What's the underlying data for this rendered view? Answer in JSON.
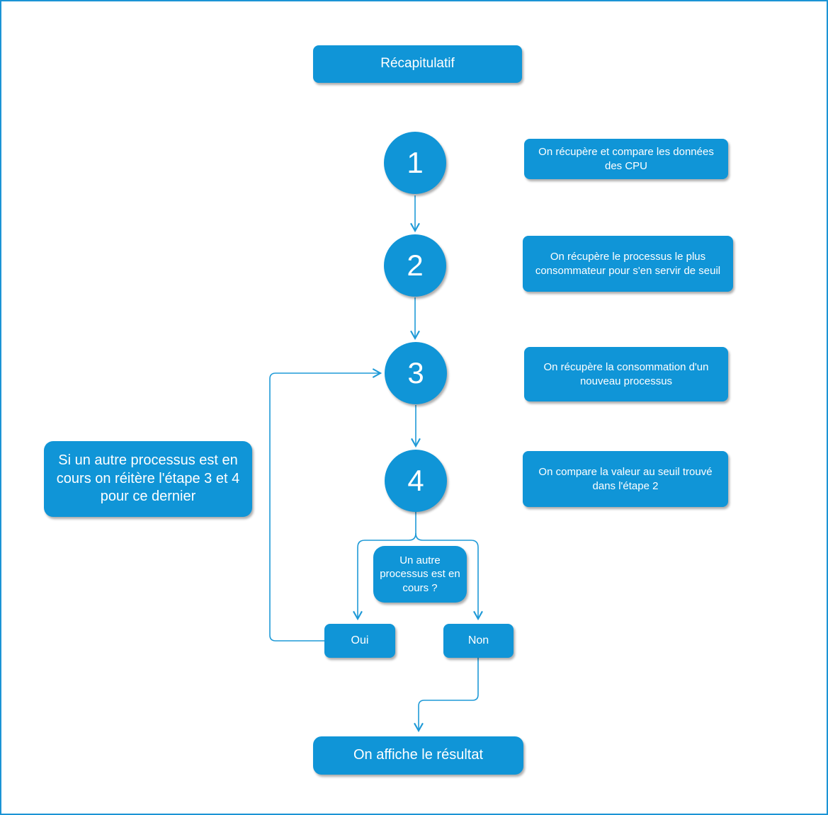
{
  "diagram": {
    "title": {
      "label": "Récapitulatif"
    },
    "steps": [
      {
        "number": "1",
        "label": "On récupère et compare les données des CPU"
      },
      {
        "number": "2",
        "label": "On récupère le processus le plus consommateur pour s'en servir de seuil"
      },
      {
        "number": "3",
        "label": "On récupère la consommation d'un nouveau processus"
      },
      {
        "number": "4",
        "label": "On compare la valeur au seuil trouvé dans l'étape 2"
      }
    ],
    "note": {
      "label": "Si un autre processus est en cours on réitère l'étape 3 et 4 pour ce dernier"
    },
    "decision": {
      "label": "Un autre processus est en cours ?",
      "yes_label": "Oui",
      "no_label": "Non"
    },
    "result": {
      "label": "On affiche le résultat"
    }
  },
  "colors": {
    "accent": "#1095d7",
    "connector": "#1f9ad7",
    "frame": "#1b94d5",
    "text": "#ffffff"
  }
}
